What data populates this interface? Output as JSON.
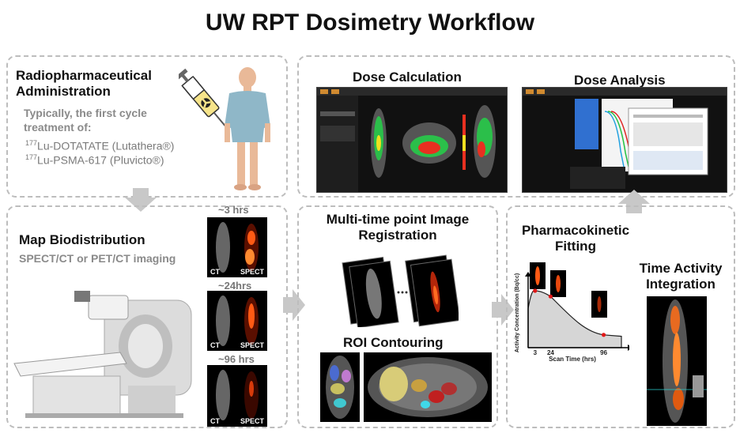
{
  "title": "UW RPT Dosimetry Workflow",
  "admin": {
    "heading": "Radiopharmaceutical Administration",
    "subtitle": "Typically, the first cycle treatment of:",
    "items": [
      {
        "sup": "177",
        "text": "Lu-DOTATATE (Lutathera®)"
      },
      {
        "sup": "177",
        "text": "Lu-PSMA-617 (Pluvicto®)"
      }
    ]
  },
  "biodist": {
    "heading": "Map Biodistribution",
    "subtitle": "SPECT/CT or PET/CT imaging",
    "times": [
      "~3 hrs",
      "~24hrs",
      "~96 hrs"
    ],
    "ct_label": "CT",
    "spect_label": "SPECT"
  },
  "dose_calc": {
    "heading": "Dose Calculation"
  },
  "dose_analysis": {
    "heading": "Dose Analysis"
  },
  "registration": {
    "heading": "Multi-time point Image Registration"
  },
  "roi": {
    "heading": "ROI Contouring"
  },
  "pk": {
    "heading": "Pharmacokinetic Fitting",
    "ylabel": "Activity Concentration (Bq/cc)",
    "xlabel": "Scan Time (hrs)",
    "ticks": [
      "3",
      "24",
      "96"
    ]
  },
  "tai": {
    "heading": "Time Activity Integration"
  },
  "colors": {
    "arrow": "#c8c8c8",
    "border": "#bdbdbd",
    "hot": "#ff5a14",
    "point": "#e01818"
  },
  "chart_data": {
    "type": "line",
    "title": "",
    "xlabel": "Scan Time (hrs)",
    "ylabel": "Activity Concentration (Bq/cc)",
    "x": [
      3,
      24,
      96
    ],
    "series": [
      {
        "values": [
          0.8,
          0.72,
          0.18
        ]
      }
    ],
    "grid": false
  }
}
